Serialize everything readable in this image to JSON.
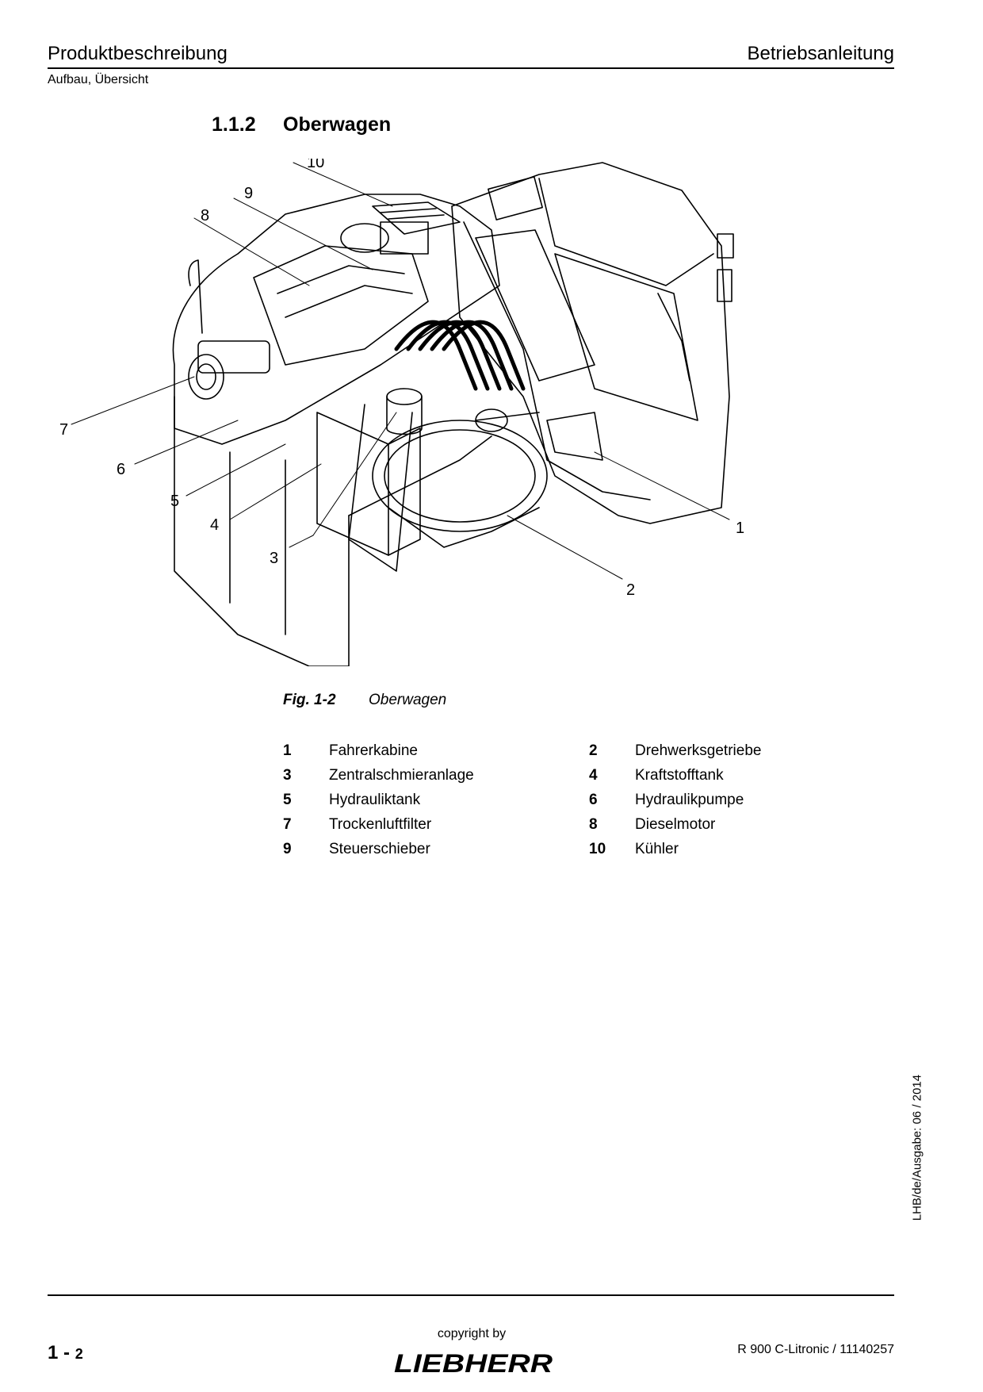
{
  "header": {
    "left_title": "Produktbeschreibung",
    "right_title": "Betriebsanleitung",
    "subtitle": "Aufbau, Übersicht"
  },
  "section": {
    "number": "1.1.2",
    "title": "Oberwagen"
  },
  "figure": {
    "label": "Fig. 1-2",
    "caption": "Oberwagen",
    "callouts": [
      "1",
      "2",
      "3",
      "4",
      "5",
      "6",
      "7",
      "8",
      "9",
      "10"
    ]
  },
  "legend": [
    {
      "num": "1",
      "text": "Fahrerkabine"
    },
    {
      "num": "2",
      "text": "Drehwerksgetriebe"
    },
    {
      "num": "3",
      "text": "Zentralschmieranlage"
    },
    {
      "num": "4",
      "text": "Kraftstofftank"
    },
    {
      "num": "5",
      "text": "Hydrauliktank"
    },
    {
      "num": "6",
      "text": "Hydraulikpumpe"
    },
    {
      "num": "7",
      "text": "Trockenluftfilter"
    },
    {
      "num": "8",
      "text": "Dieselmotor"
    },
    {
      "num": "9",
      "text": "Steuerschieber"
    },
    {
      "num": "10",
      "text": "Kühler"
    }
  ],
  "side_code": "LHB/de/Ausgabe: 06 / 2014",
  "footer": {
    "page_chapter": "1",
    "page_sep": " - ",
    "page_number": "2",
    "copyright": "copyright by",
    "brand": "LIEBHERR",
    "model": "R 900 C-Litronic / 11140257"
  }
}
